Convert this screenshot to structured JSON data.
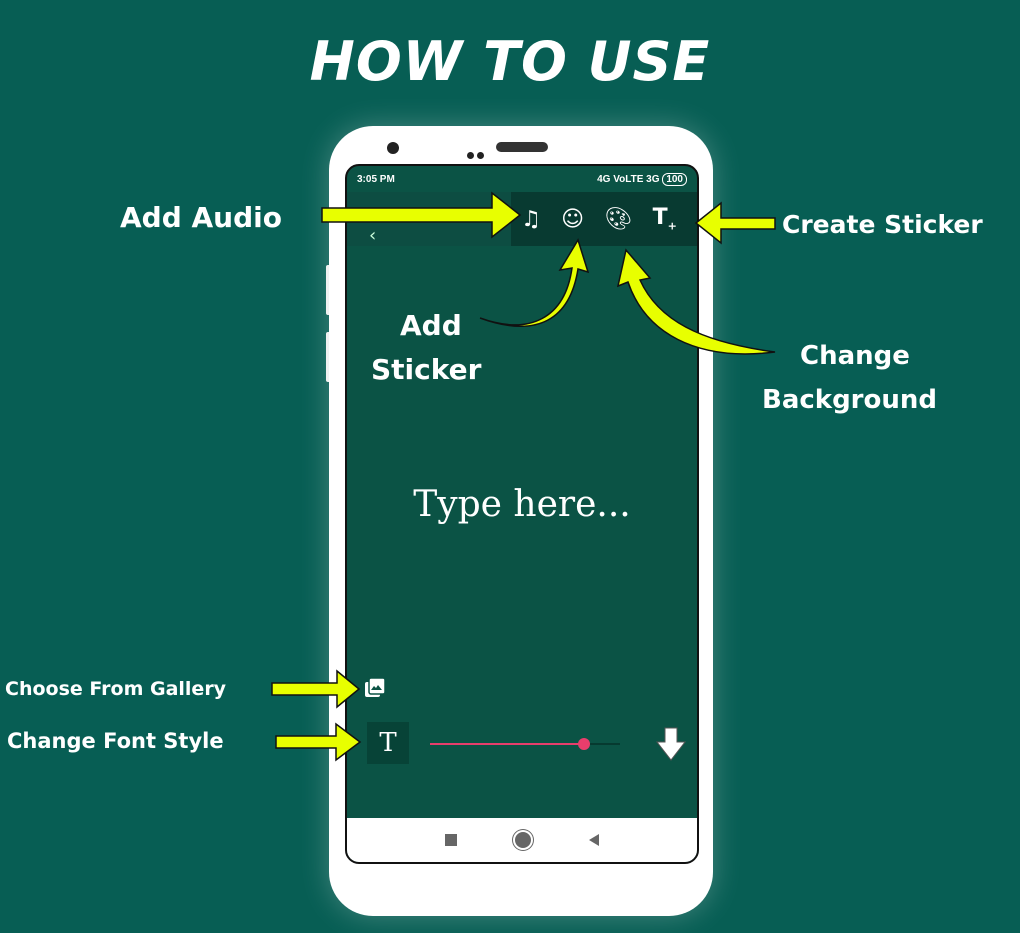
{
  "title": "HOW TO USE",
  "status_bar": {
    "time": "3:05 PM",
    "network": "4G VoLTE 3G",
    "battery": "100"
  },
  "toolbar": {
    "icons": [
      "back-arrow-icon",
      "music-note-icon",
      "smiley-icon",
      "palette-icon",
      "text-plus-icon"
    ]
  },
  "editor": {
    "placeholder": "Type here...",
    "font_button": "T",
    "slider_value_pct": 81,
    "slider_color": "#e83e6c"
  },
  "labels": {
    "add_audio": "Add Audio",
    "create_sticker": "Create Sticker",
    "add_sticker_1": "Add",
    "add_sticker_2": "Sticker",
    "change_bg_1": "Change",
    "change_bg_2": "Background",
    "choose_gallery": "Choose From Gallery",
    "change_font": "Change Font Style"
  },
  "colors": {
    "background": "#075e54",
    "arrow": "#e8ff00"
  }
}
